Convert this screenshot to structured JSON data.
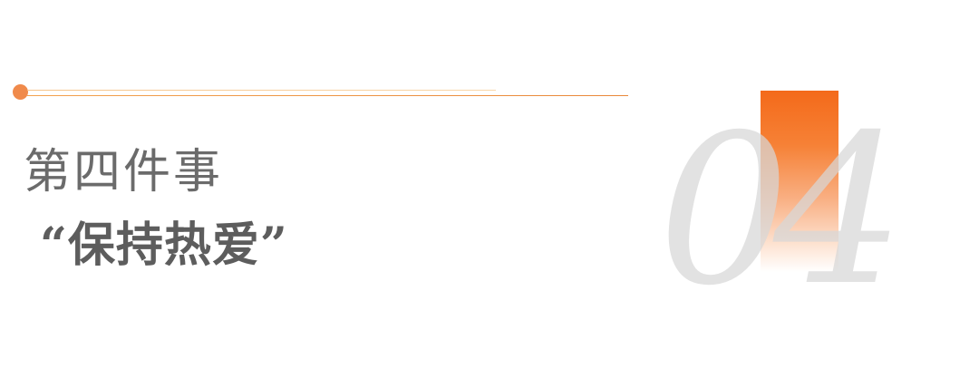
{
  "header": {
    "section_title": "第四件事",
    "quote_text": "“保持热爱”"
  },
  "decor": {
    "number": "04",
    "accent_color": "#f46a1a",
    "dot_color": "#f08a4b",
    "text_color": "#6b6b6b",
    "number_color": "#d7d7d7"
  }
}
